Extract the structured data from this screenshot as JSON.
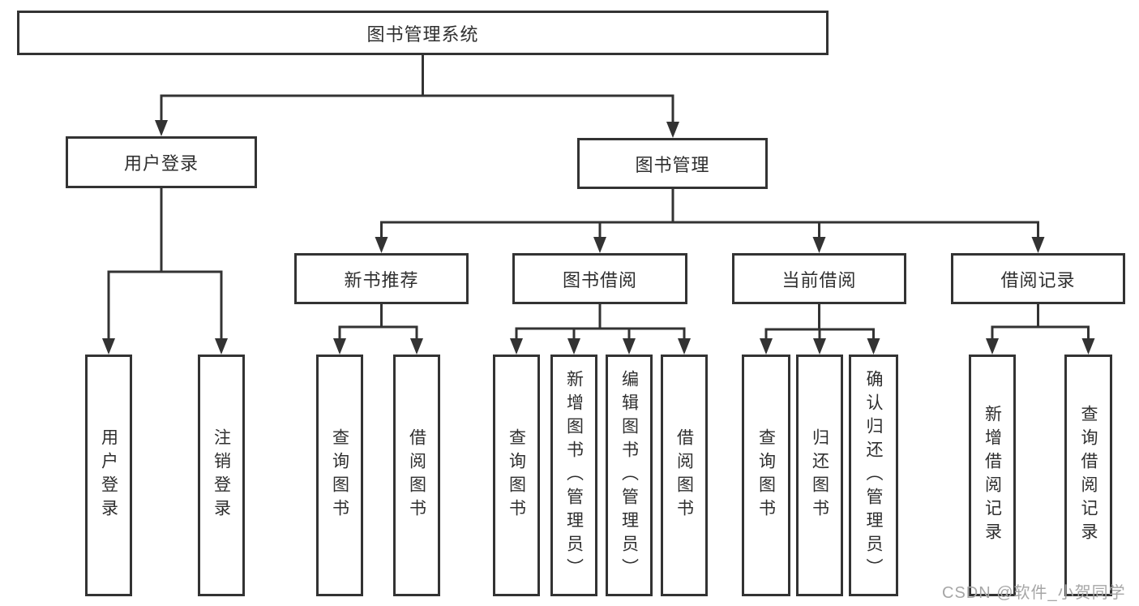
{
  "tree": {
    "root": {
      "label": "图书管理系统"
    },
    "branches": [
      {
        "label": "用户登录",
        "children": [
          {
            "label": "用户登录"
          },
          {
            "label": "注销登录"
          }
        ]
      },
      {
        "label": "图书管理",
        "children": [
          {
            "label": "新书推荐",
            "children": [
              {
                "label": "查询图书"
              },
              {
                "label": "借阅图书"
              }
            ]
          },
          {
            "label": "图书借阅",
            "children": [
              {
                "label": "查询图书"
              },
              {
                "label": "新增图书（管理员）"
              },
              {
                "label": "编辑图书（管理员）"
              },
              {
                "label": "借阅图书"
              }
            ]
          },
          {
            "label": "当前借阅",
            "children": [
              {
                "label": "查询图书"
              },
              {
                "label": "归还图书"
              },
              {
                "label": "确认归还（管理员）"
              }
            ]
          },
          {
            "label": "借阅记录",
            "children": [
              {
                "label": "新增借阅记录"
              },
              {
                "label": "查询借阅记录"
              }
            ]
          }
        ]
      }
    ]
  },
  "watermark": {
    "text": "CSDN @软件_小贺同学"
  },
  "colors": {
    "line": "#333333",
    "text": "#2f2f2f",
    "watermark": "#a6a6a6",
    "background": "#ffffff"
  }
}
